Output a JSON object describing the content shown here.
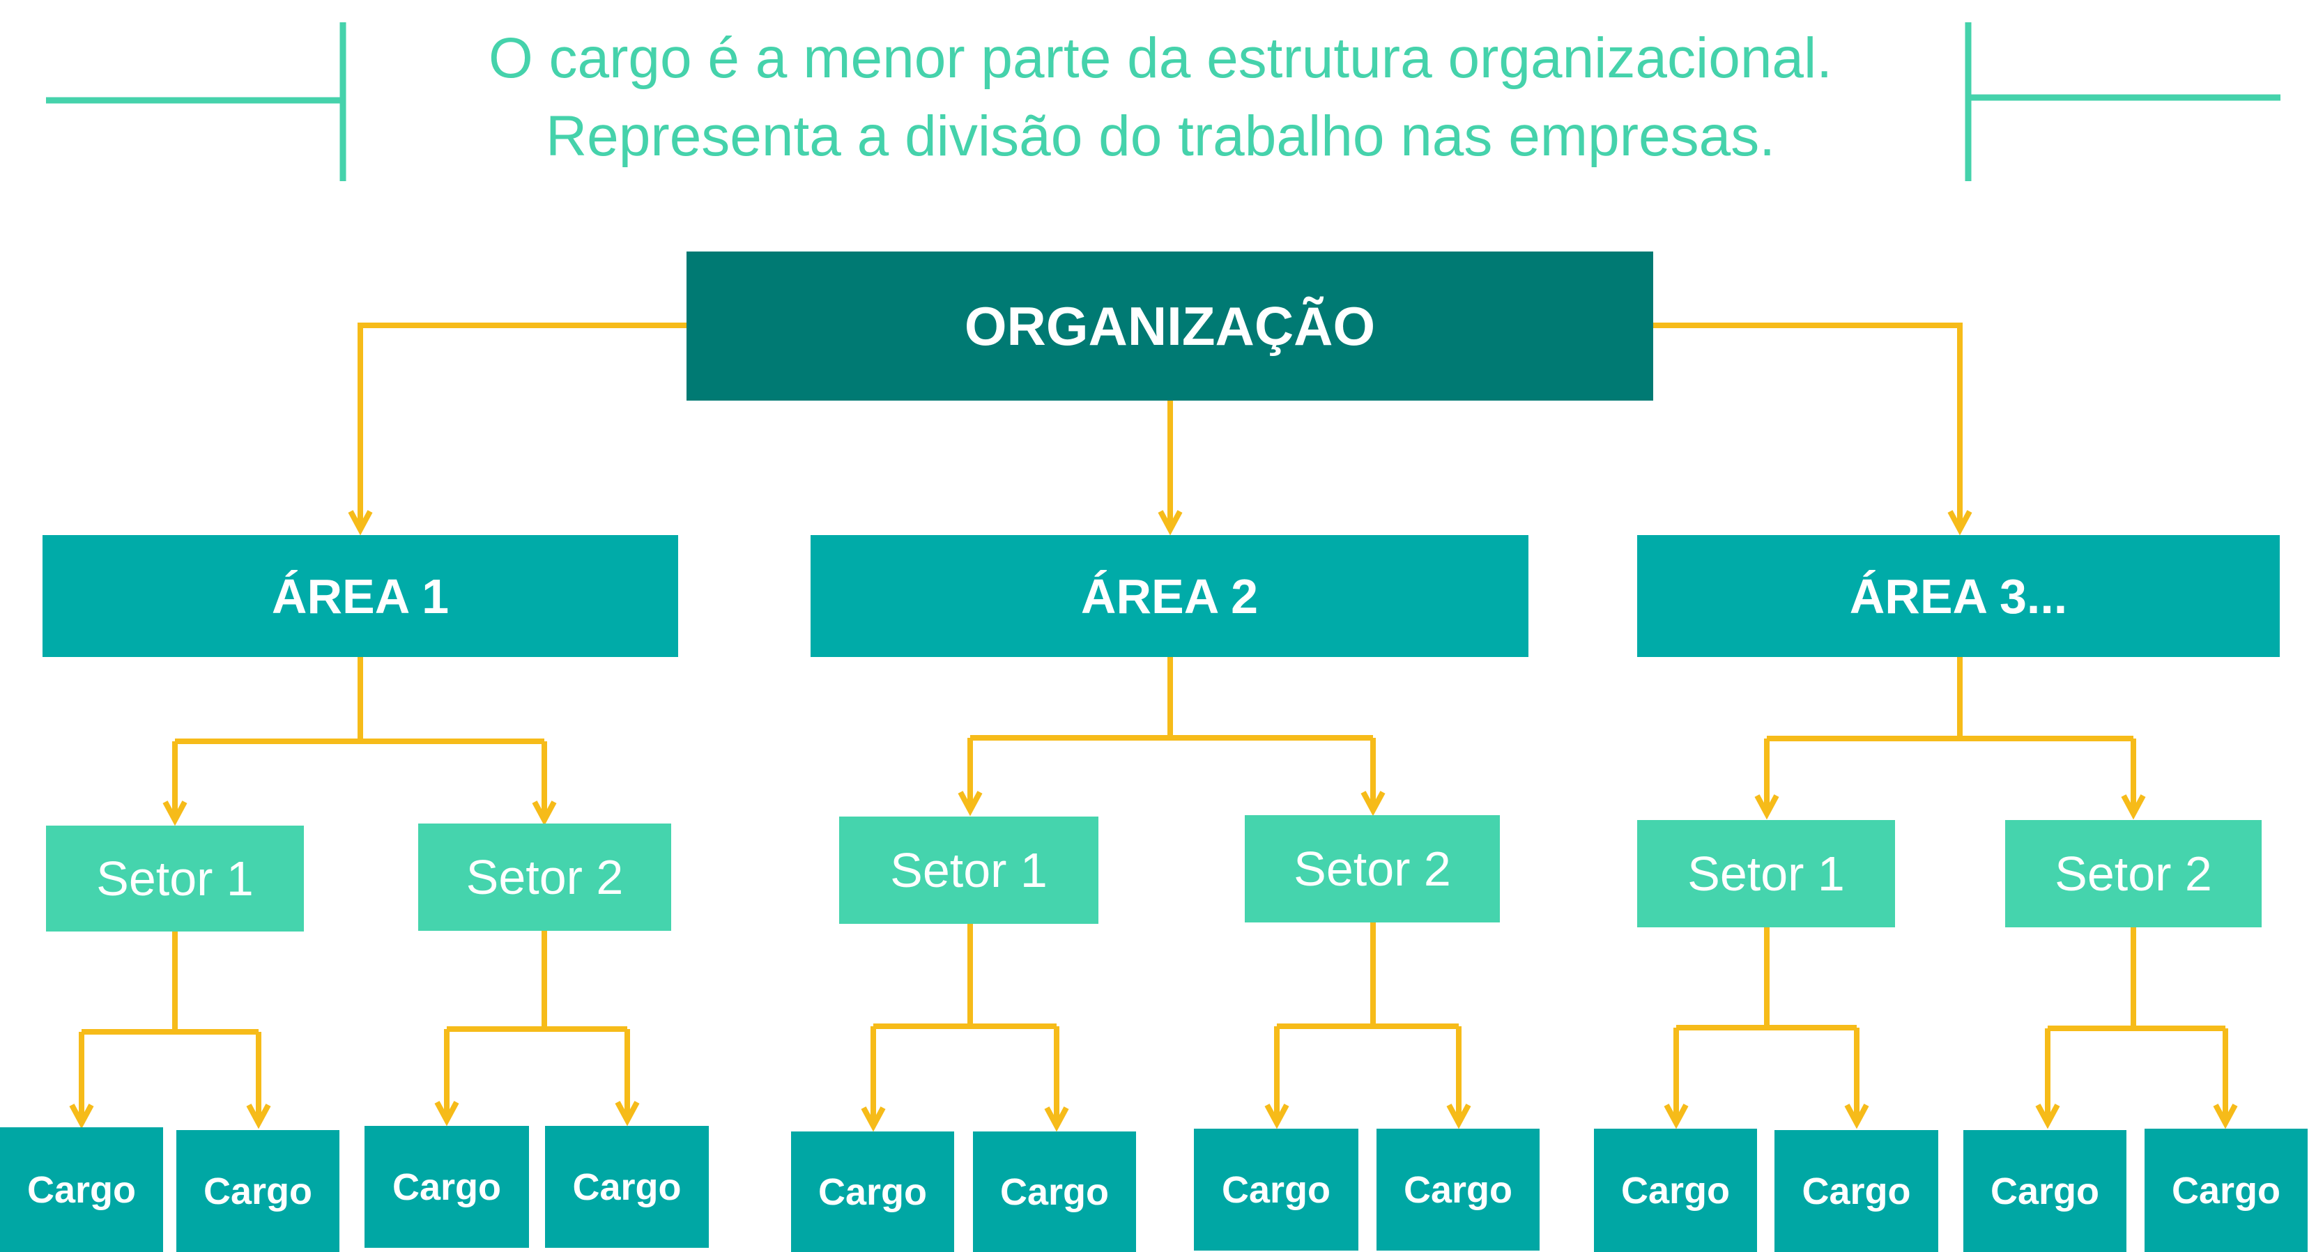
{
  "colors": {
    "accent_text": "#45D2AB",
    "frame_line": "#45D2AB",
    "organization_box": "#007A73",
    "area_box": "#00ABA8",
    "setor_box": "#45D4AD",
    "cargo_box": "#00A7A4",
    "connector": "#F6BB19",
    "box_text": "#FFFFFF"
  },
  "caption": {
    "line1": "O cargo é a menor parte da estrutura organizacional.",
    "line2": "Representa a divisão do trabalho nas empresas."
  },
  "organization": {
    "label": "ORGANIZAÇÃO"
  },
  "areas": [
    {
      "label": "ÁREA 1",
      "setores": [
        {
          "label": "Setor 1",
          "cargos": [
            "Cargo",
            "Cargo"
          ]
        },
        {
          "label": "Setor 2",
          "cargos": [
            "Cargo",
            "Cargo"
          ]
        }
      ]
    },
    {
      "label": "ÁREA 2",
      "setores": [
        {
          "label": "Setor 1",
          "cargos": [
            "Cargo",
            "Cargo"
          ]
        },
        {
          "label": "Setor 2",
          "cargos": [
            "Cargo",
            "Cargo"
          ]
        }
      ]
    },
    {
      "label": "ÁREA 3...",
      "setores": [
        {
          "label": "Setor 1",
          "cargos": [
            "Cargo",
            "Cargo"
          ]
        },
        {
          "label": "Setor 2",
          "cargos": [
            "Cargo",
            "Cargo"
          ]
        }
      ]
    }
  ]
}
